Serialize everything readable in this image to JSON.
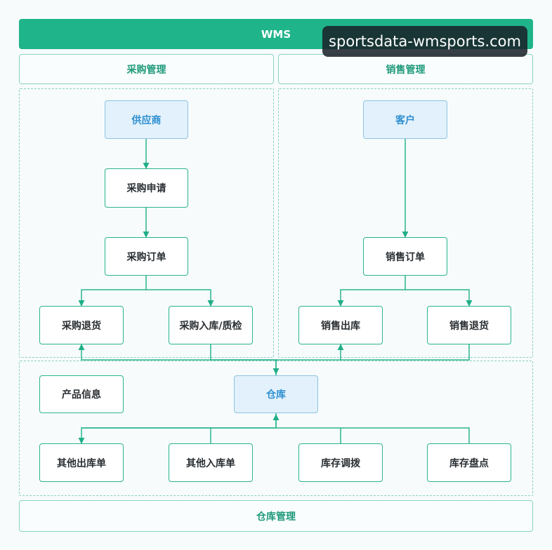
{
  "banner": {
    "title": "WMS"
  },
  "watermark": {
    "text": "sportsdata-wmsports.com"
  },
  "sections": {
    "purchase": "采购管理",
    "sales": "销售管理",
    "warehouse": "仓库管理"
  },
  "nodes": {
    "supplier": "供应商",
    "purchase_request": "采购申请",
    "purchase_order": "采购订单",
    "purchase_return": "采购退货",
    "purchase_inbound_qc": "采购入库/质检",
    "customer": "客户",
    "sales_order": "销售订单",
    "sales_outbound": "销售出库",
    "sales_return": "销售退货",
    "product_info": "产品信息",
    "warehouse": "仓库",
    "other_outbound": "其他出库单",
    "other_inbound": "其他入库单",
    "stock_transfer": "库存调拨",
    "stock_count": "库存盘点"
  },
  "colors": {
    "accent": "#1fb48a",
    "line": "#2bb48d",
    "node_border": "#2bb48d",
    "blue_node_fill": "#e2f1fb",
    "blue_node_text": "#2d8fd0"
  }
}
